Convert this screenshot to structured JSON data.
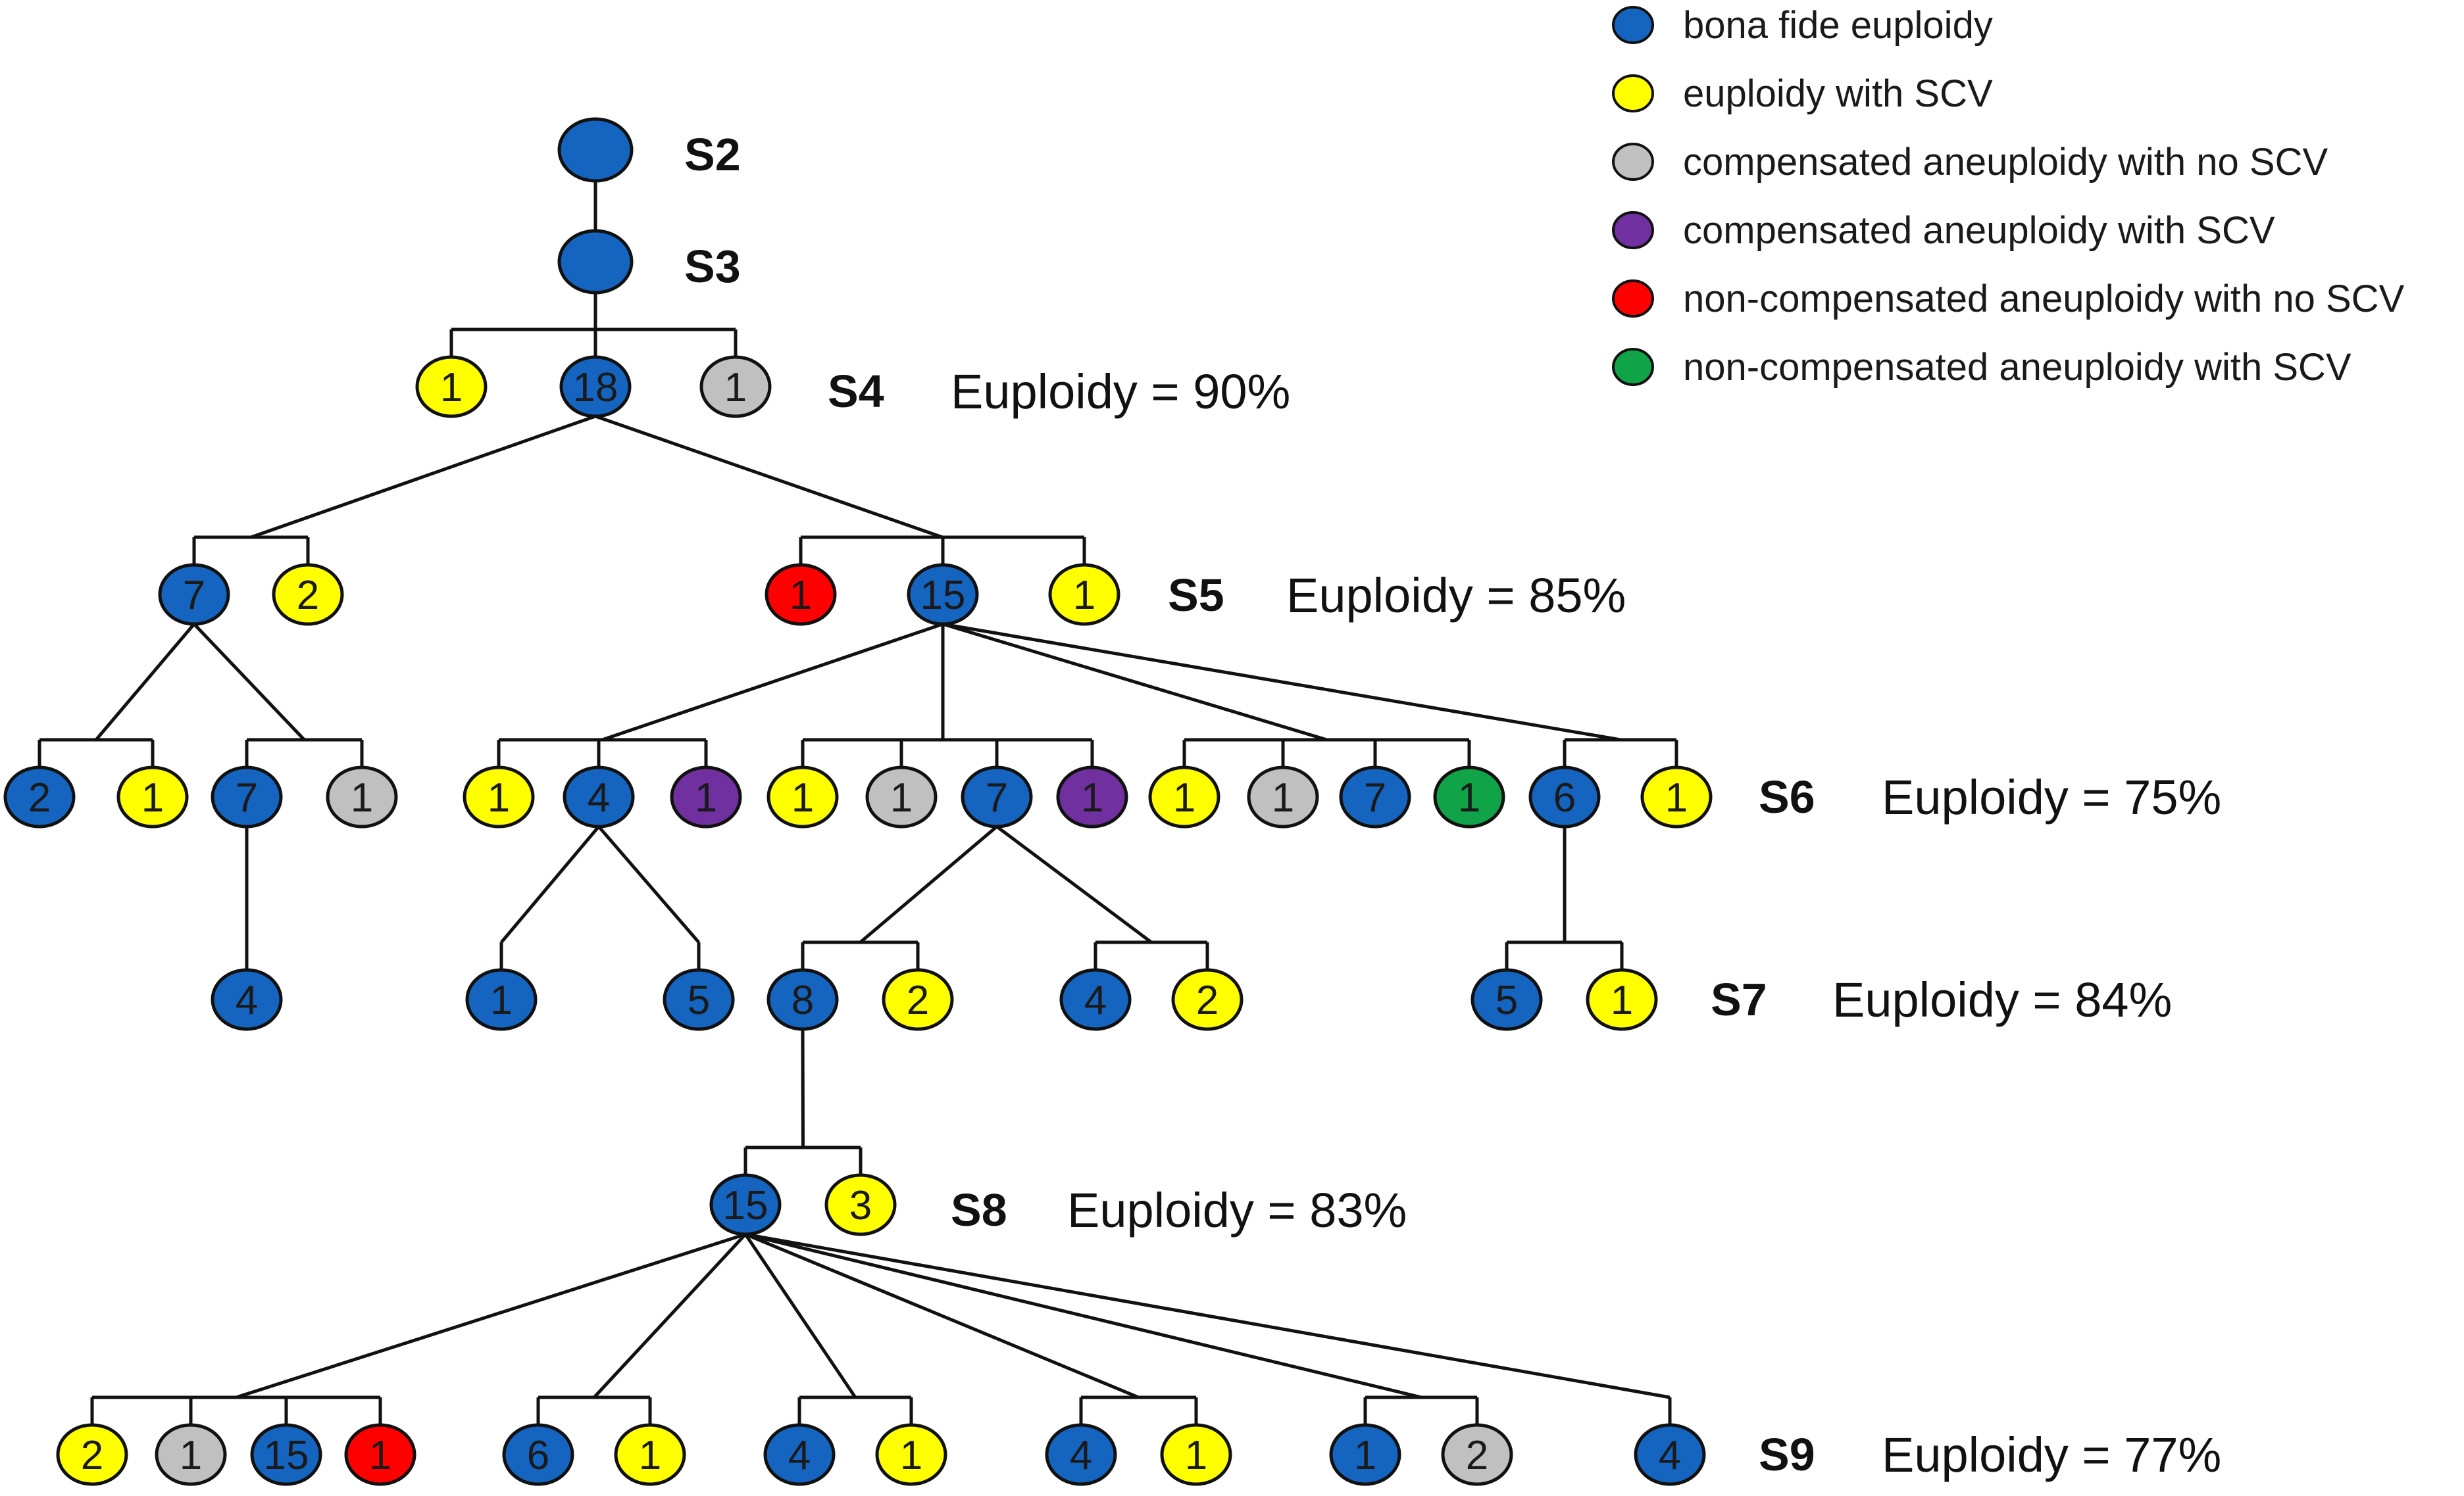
{
  "colors": {
    "blue": "#1565c0",
    "yellow": "#ffff00",
    "gray": "#c0c0c0",
    "purple": "#7030a0",
    "red": "#ff0000",
    "green": "#11a347"
  },
  "legend": [
    {
      "color": "blue",
      "label": "bona fide euploidy"
    },
    {
      "color": "yellow",
      "label": "euploidy with SCV"
    },
    {
      "color": "gray",
      "label": "compensated aneuploidy with no SCV"
    },
    {
      "color": "purple",
      "label": "compensated aneuploidy with SCV"
    },
    {
      "color": "red",
      "label": "non-compensated aneuploidy with no SCV"
    },
    {
      "color": "green",
      "label": "non-compensated aneuploidy with SCV"
    }
  ],
  "stages": [
    {
      "id": "s2",
      "label": "S2",
      "euploidy": ""
    },
    {
      "id": "s3",
      "label": "S3",
      "euploidy": ""
    },
    {
      "id": "s4",
      "label": "S4",
      "euploidy": "Euploidy = 90%"
    },
    {
      "id": "s5",
      "label": "S5",
      "euploidy": "Euploidy = 85%"
    },
    {
      "id": "s6",
      "label": "S6",
      "euploidy": "Euploidy = 75%"
    },
    {
      "id": "s7",
      "label": "S7",
      "euploidy": "Euploidy = 84%"
    },
    {
      "id": "s8",
      "label": "S8",
      "euploidy": "Euploidy = 83%"
    },
    {
      "id": "s9",
      "label": "S9",
      "euploidy": "Euploidy = 77%"
    }
  ],
  "nodes": [
    {
      "id": "s2",
      "color": "blue",
      "count": ""
    },
    {
      "id": "s3",
      "color": "blue",
      "count": ""
    },
    {
      "id": "s4a",
      "color": "yellow",
      "count": "1"
    },
    {
      "id": "s4b",
      "color": "blue",
      "count": "18"
    },
    {
      "id": "s4c",
      "color": "gray",
      "count": "1"
    },
    {
      "id": "a7",
      "color": "blue",
      "count": "7"
    },
    {
      "id": "a2",
      "color": "yellow",
      "count": "2"
    },
    {
      "id": "b1r",
      "color": "red",
      "count": "1"
    },
    {
      "id": "b15",
      "color": "blue",
      "count": "15"
    },
    {
      "id": "b1y",
      "color": "yellow",
      "count": "1"
    },
    {
      "id": "c2",
      "color": "blue",
      "count": "2"
    },
    {
      "id": "c1y",
      "color": "yellow",
      "count": "1"
    },
    {
      "id": "c7",
      "color": "blue",
      "count": "7"
    },
    {
      "id": "c1g",
      "color": "gray",
      "count": "1"
    },
    {
      "id": "d1y",
      "color": "yellow",
      "count": "1"
    },
    {
      "id": "d4",
      "color": "blue",
      "count": "4"
    },
    {
      "id": "d1p",
      "color": "purple",
      "count": "1"
    },
    {
      "id": "e1y",
      "color": "yellow",
      "count": "1"
    },
    {
      "id": "e1g",
      "color": "gray",
      "count": "1"
    },
    {
      "id": "e7",
      "color": "blue",
      "count": "7"
    },
    {
      "id": "e1p",
      "color": "purple",
      "count": "1"
    },
    {
      "id": "f1y",
      "color": "yellow",
      "count": "1"
    },
    {
      "id": "f1g",
      "color": "gray",
      "count": "1"
    },
    {
      "id": "f7",
      "color": "blue",
      "count": "7"
    },
    {
      "id": "f1n",
      "color": "green",
      "count": "1"
    },
    {
      "id": "g6",
      "color": "blue",
      "count": "6"
    },
    {
      "id": "g1y",
      "color": "yellow",
      "count": "1"
    },
    {
      "id": "h4",
      "color": "blue",
      "count": "4"
    },
    {
      "id": "i1",
      "color": "blue",
      "count": "1"
    },
    {
      "id": "i5",
      "color": "blue",
      "count": "5"
    },
    {
      "id": "j8",
      "color": "blue",
      "count": "8"
    },
    {
      "id": "j2",
      "color": "yellow",
      "count": "2"
    },
    {
      "id": "k4",
      "color": "blue",
      "count": "4"
    },
    {
      "id": "k2",
      "color": "yellow",
      "count": "2"
    },
    {
      "id": "l5",
      "color": "blue",
      "count": "5"
    },
    {
      "id": "l1",
      "color": "yellow",
      "count": "1"
    },
    {
      "id": "m15",
      "color": "blue",
      "count": "15"
    },
    {
      "id": "m3",
      "color": "yellow",
      "count": "3"
    },
    {
      "id": "n2",
      "color": "yellow",
      "count": "2"
    },
    {
      "id": "n1g",
      "color": "gray",
      "count": "1"
    },
    {
      "id": "n15",
      "color": "blue",
      "count": "15"
    },
    {
      "id": "n1r",
      "color": "red",
      "count": "1"
    },
    {
      "id": "o6",
      "color": "blue",
      "count": "6"
    },
    {
      "id": "o1",
      "color": "yellow",
      "count": "1"
    },
    {
      "id": "p4",
      "color": "blue",
      "count": "4"
    },
    {
      "id": "p1",
      "color": "yellow",
      "count": "1"
    },
    {
      "id": "q4",
      "color": "blue",
      "count": "4"
    },
    {
      "id": "q1",
      "color": "yellow",
      "count": "1"
    },
    {
      "id": "r1",
      "color": "blue",
      "count": "1"
    },
    {
      "id": "r2",
      "color": "gray",
      "count": "2"
    },
    {
      "id": "s4n",
      "color": "blue",
      "count": "4"
    }
  ],
  "edges": [
    [
      "s2",
      "s3"
    ],
    [
      "s3",
      "s4a"
    ],
    [
      "s3",
      "s4b"
    ],
    [
      "s3",
      "s4c"
    ],
    [
      "s4b",
      "a7"
    ],
    [
      "s4b",
      "a2"
    ],
    [
      "s4b",
      "b1r"
    ],
    [
      "s4b",
      "b15"
    ],
    [
      "s4b",
      "b1y"
    ],
    [
      "a7",
      "c2"
    ],
    [
      "a7",
      "c1y"
    ],
    [
      "a7",
      "c7"
    ],
    [
      "a7",
      "c1g"
    ],
    [
      "c7",
      "h4"
    ],
    [
      "b15",
      "d1y"
    ],
    [
      "b15",
      "d4"
    ],
    [
      "b15",
      "d1p"
    ],
    [
      "b15",
      "e1y"
    ],
    [
      "b15",
      "e1g"
    ],
    [
      "b15",
      "e7"
    ],
    [
      "b15",
      "e1p"
    ],
    [
      "b15",
      "f1y"
    ],
    [
      "b15",
      "f1g"
    ],
    [
      "b15",
      "f7"
    ],
    [
      "b15",
      "f1n"
    ],
    [
      "b15",
      "g6"
    ],
    [
      "b15",
      "g1y"
    ],
    [
      "d4",
      "i1"
    ],
    [
      "d4",
      "i5"
    ],
    [
      "e7",
      "j8"
    ],
    [
      "e7",
      "j2"
    ],
    [
      "e7",
      "k4"
    ],
    [
      "e7",
      "k2"
    ],
    [
      "g6",
      "l5"
    ],
    [
      "g6",
      "l1"
    ],
    [
      "j8",
      "m15"
    ],
    [
      "j8",
      "m3"
    ],
    [
      "m15",
      "n2"
    ],
    [
      "m15",
      "n1g"
    ],
    [
      "m15",
      "n15"
    ],
    [
      "m15",
      "n1r"
    ],
    [
      "m15",
      "o6"
    ],
    [
      "m15",
      "o1"
    ],
    [
      "m15",
      "p4"
    ],
    [
      "m15",
      "p1"
    ],
    [
      "m15",
      "q4"
    ],
    [
      "m15",
      "q1"
    ],
    [
      "m15",
      "r1"
    ],
    [
      "m15",
      "r2"
    ],
    [
      "m15",
      "s4n"
    ]
  ]
}
